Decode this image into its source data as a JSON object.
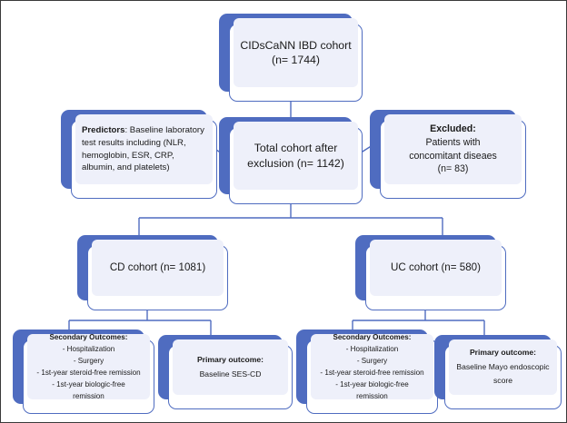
{
  "diagram": {
    "title": "IBD cohort study flowchart",
    "colors": {
      "shadow_blue": "#4f6cc0",
      "card_border": "#4f6cc0",
      "panel_fill": "#eef0fa",
      "card_fill": "#ffffff",
      "connector": "#4f6cc0",
      "text": "#1a1a1a"
    },
    "nodes": {
      "top_cohort": {
        "line1": "CIDsCaNN IBD cohort",
        "line2": "(n= 1744)"
      },
      "total_cohort": {
        "line1": "Total cohort after",
        "line2": "exclusion (n= 1142)"
      },
      "predictors": {
        "label": "Predictors",
        "body": ": Baseline laboratory test results including (NLR, hemoglobin, ESR, CRP, albumin, and platelets)"
      },
      "excluded": {
        "heading": "Excluded:",
        "line1": "Patients with",
        "line2": "concomitant diseaes",
        "line3": "(n= 83)"
      },
      "cd_cohort": {
        "label": "CD cohort (n= 1081)"
      },
      "uc_cohort": {
        "label": "UC cohort (n= 580)"
      },
      "secondary_cd": {
        "heading": "Secondary Outcomes:",
        "item1": "- Hospitalization",
        "item2": "- Surgery",
        "item3": "- 1st-year steroid-free remission",
        "item4": "- 1st-year biologic-free",
        "item4b": "remission"
      },
      "primary_cd": {
        "heading": "Primary outcome:",
        "value": "Baseline SES-CD"
      },
      "secondary_uc": {
        "heading": "Secondary Outcomes:",
        "item1": "- Hospitalization",
        "item2": "- Surgery",
        "item3": "- 1st-year steroid-free remission",
        "item4": "- 1st-year biologic-free",
        "item4b": "remission"
      },
      "primary_uc": {
        "heading": "Primary outcome:",
        "value": "Baseline Mayo endoscopic score"
      }
    }
  }
}
